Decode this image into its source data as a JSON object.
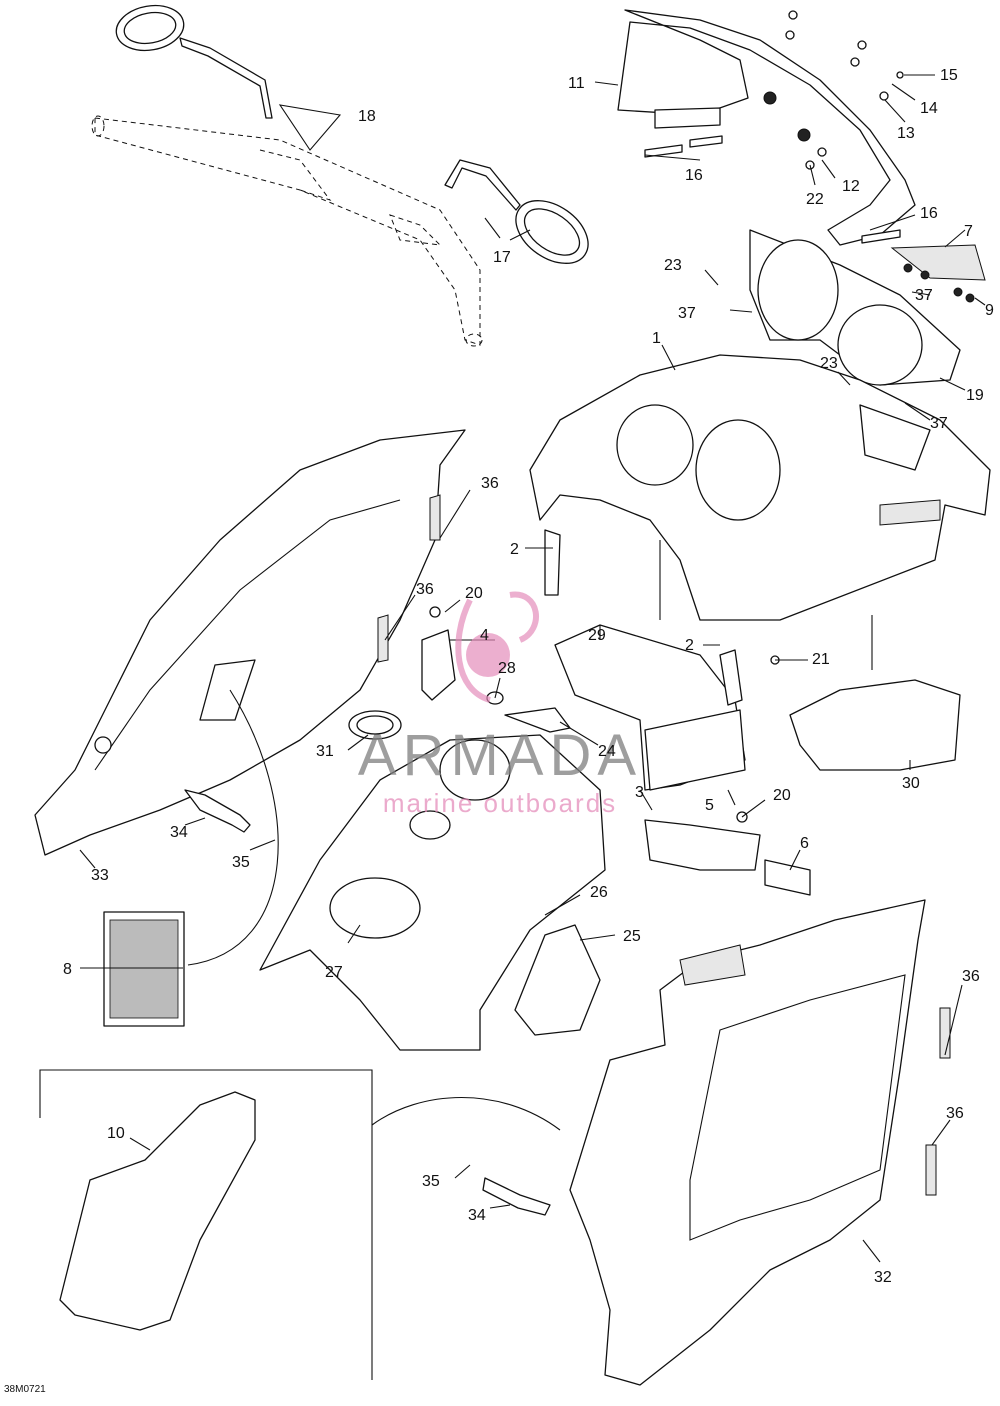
{
  "diagram_code": "38M0721",
  "watermark": {
    "title": "ARMADA",
    "subtitle": "marine outboards",
    "logo_color": "#e48ab8"
  },
  "callouts": [
    "1",
    "2",
    "2",
    "3",
    "4",
    "5",
    "6",
    "7",
    "8",
    "9",
    "10",
    "11",
    "12",
    "13",
    "14",
    "15",
    "16",
    "16",
    "17",
    "18",
    "19",
    "20",
    "20",
    "21",
    "22",
    "23",
    "23",
    "24",
    "25",
    "26",
    "27",
    "28",
    "29",
    "30",
    "31",
    "32",
    "33",
    "34",
    "34",
    "35",
    "35",
    "36",
    "36",
    "36",
    "36",
    "37",
    "37",
    "37"
  ]
}
